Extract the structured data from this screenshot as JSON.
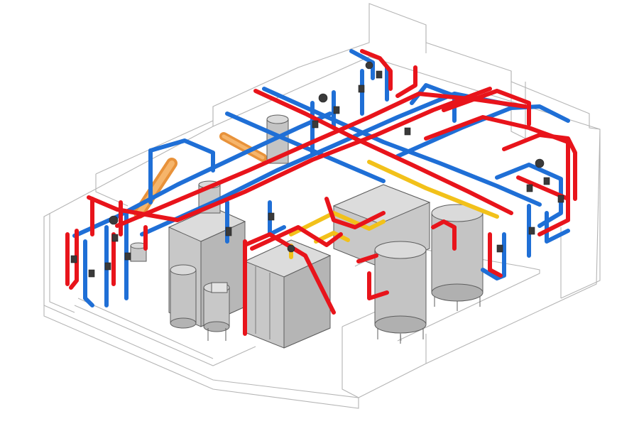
{
  "colors": {
    "background": "#ffffff",
    "walls": "#b5b5b5",
    "equipment_fill": "#c9c9c9",
    "equipment_stroke": "#5e5e5e",
    "hot_pipe": "#e8141b",
    "cold_pipe": "#1f6fd6",
    "gas_pipe": "#f2c11a",
    "flue_duct": "#f0a040",
    "valve_fill": "#3a3a3a"
  },
  "components": {
    "building_shell": "wall-outline",
    "equipment": [
      "boiler",
      "boiler",
      "storage-tank",
      "storage-tank",
      "storage-tank",
      "storage-tank",
      "expansion-vessel",
      "pump-skid"
    ],
    "piping_systems": [
      "heating-flow",
      "heating-return",
      "gas-supply",
      "flue"
    ]
  }
}
